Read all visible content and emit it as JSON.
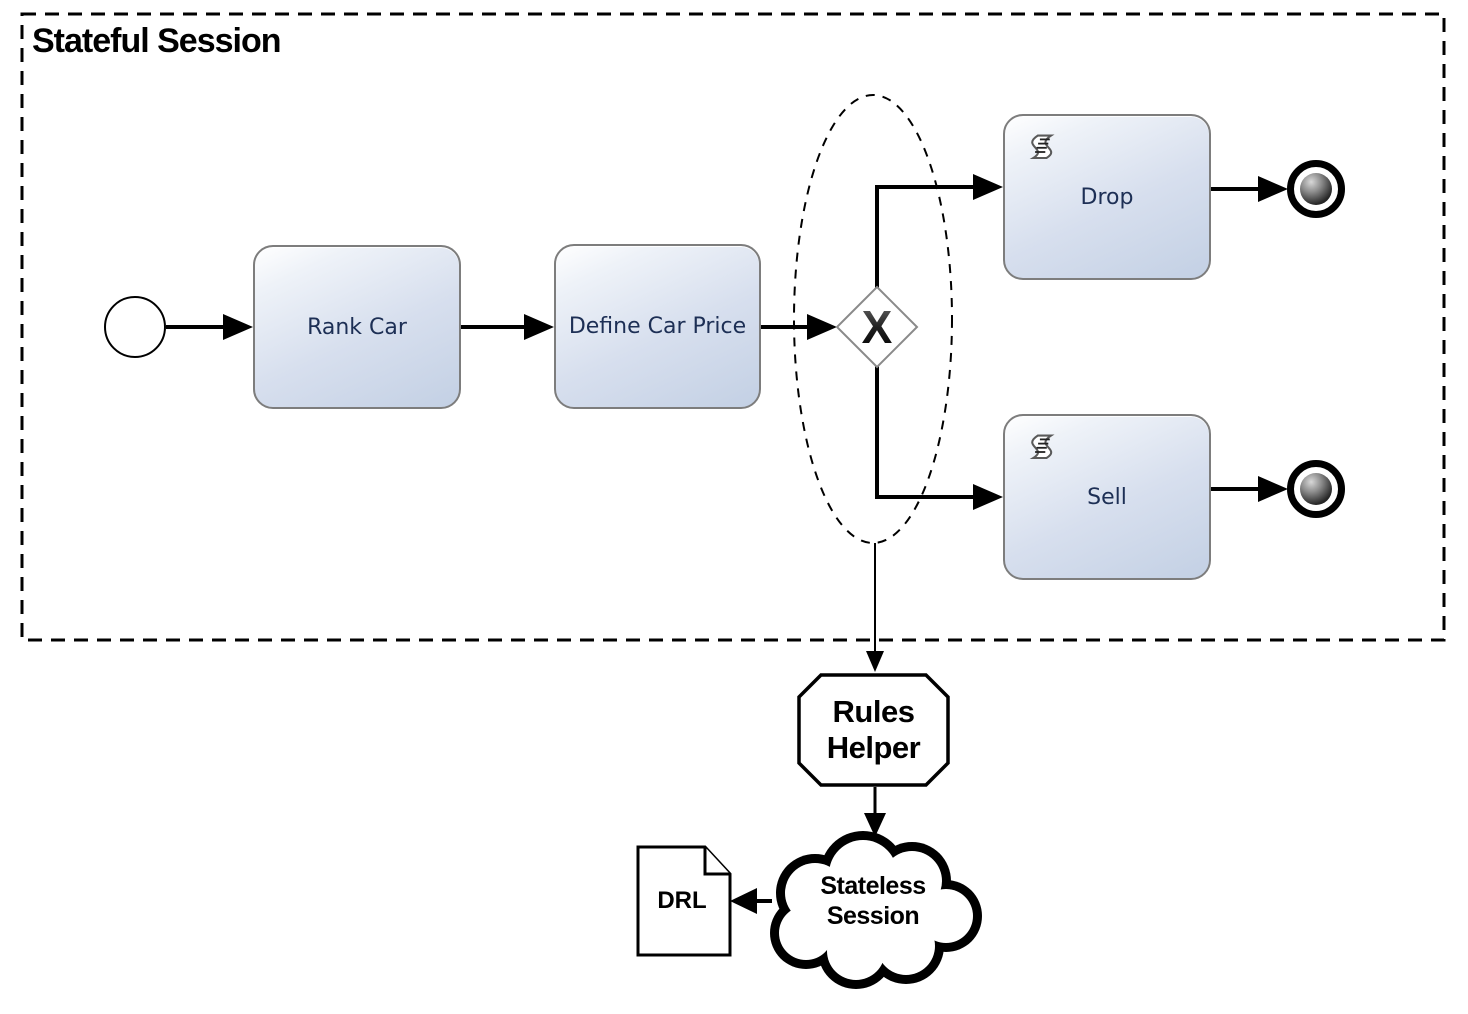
{
  "stateful_session": {
    "label": "Stateful Session"
  },
  "tasks": {
    "rank_car": {
      "label": "Rank Car"
    },
    "define_car_price": {
      "label": "Define Car Price"
    },
    "drop": {
      "label": "Drop"
    },
    "sell": {
      "label": "Sell"
    }
  },
  "gateway": {
    "label": "X",
    "type": "exclusive-gateway"
  },
  "rules_helper": {
    "line1": "Rules",
    "line2": "Helper"
  },
  "stateless_session": {
    "line1": "Stateless",
    "line2": "Session"
  },
  "drl_document": {
    "label": "DRL"
  },
  "icons": {
    "task_marker": "scroll-icon",
    "start": "start-event-circle",
    "end": "end-event-circle"
  },
  "colors": {
    "background": "#ffffff",
    "task_fill_light": "#ffffff",
    "task_fill_dark": "#c3d0e4",
    "task_border": "#7d7d7d",
    "task_text": "#1d2f55",
    "connector": "#000000",
    "gateway_border": "#8a8a8a"
  }
}
